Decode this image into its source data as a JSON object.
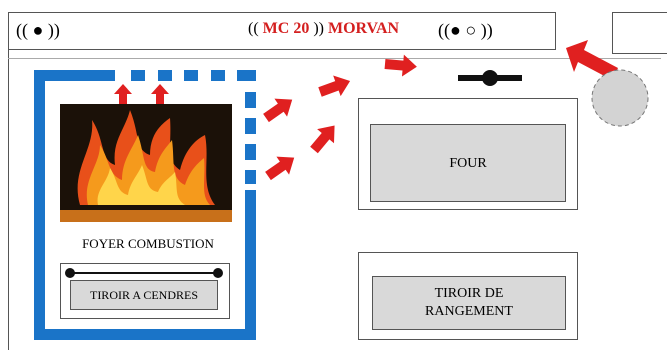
{
  "header": {
    "left_control": "(( ● ))",
    "model_open": "((",
    "model": "MC 20",
    "model_close": "))",
    "brand": "MORVAN",
    "right_control": "((● ○ ))"
  },
  "foyer": {
    "label": "FOYER COMBUSTION",
    "ash_drawer": "TIROIR A CENDRES"
  },
  "oven": {
    "label": "FOUR"
  },
  "storage": {
    "line1": "TIROIR DE",
    "line2": "RANGEMENT"
  },
  "colors": {
    "frame_blue": "#1a74c8",
    "arrow_red": "#e02020",
    "text_red": "#d41f1f",
    "chimney_gray": "#d3d3d3",
    "drawer_gray": "#d9d9d9"
  }
}
